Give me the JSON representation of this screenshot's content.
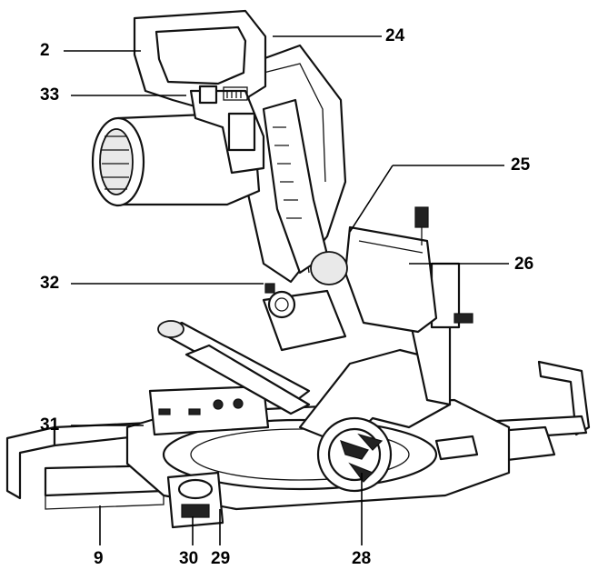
{
  "callouts": [
    {
      "id": "c2",
      "label": "2"
    },
    {
      "id": "c33",
      "label": "33"
    },
    {
      "id": "c32",
      "label": "32"
    },
    {
      "id": "c31",
      "label": "31"
    },
    {
      "id": "c9",
      "label": "9"
    },
    {
      "id": "c30",
      "label": "30"
    },
    {
      "id": "c29",
      "label": "29"
    },
    {
      "id": "c28",
      "label": "28"
    },
    {
      "id": "c24",
      "label": "24"
    },
    {
      "id": "c25",
      "label": "25"
    },
    {
      "id": "c26",
      "label": "26"
    }
  ],
  "icons": {
    "saw": "miter-saw-illustration"
  }
}
